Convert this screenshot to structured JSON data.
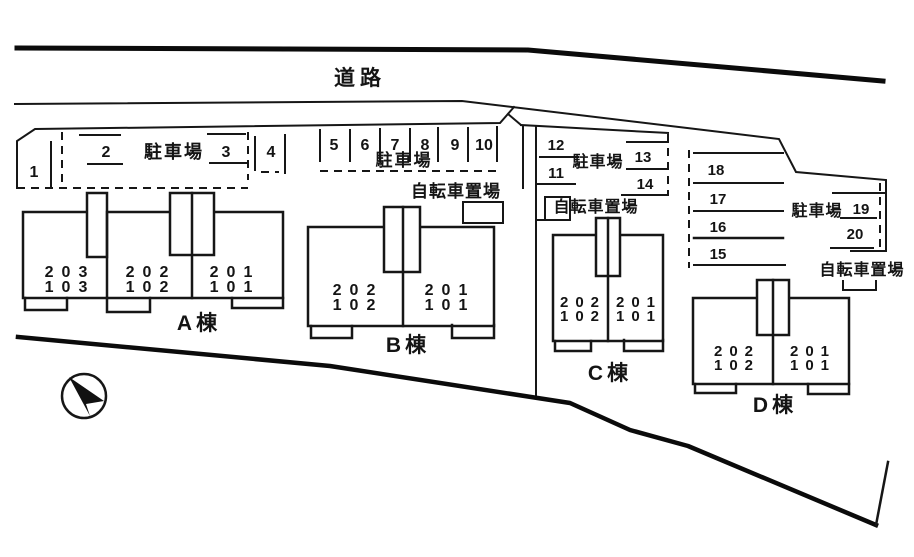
{
  "canvas": {
    "background": "#ffffff",
    "ink": "#141414"
  },
  "road": {
    "label": "道路"
  },
  "compass": {
    "icon": "north-arrow-icon"
  },
  "parking_west": {
    "label": "駐車場",
    "spaces": [
      "1",
      "2",
      "3",
      "4"
    ]
  },
  "parking_mid": {
    "label": "駐車場",
    "spaces": [
      "5",
      "6",
      "7",
      "8",
      "9",
      "10"
    ],
    "bicycle_label": "自転車置場"
  },
  "parking_c": {
    "label": "駐車場",
    "spaces": [
      "12",
      "11",
      "13",
      "14"
    ],
    "bicycle_label": "自転車置場"
  },
  "parking_d": {
    "label": "駐車場",
    "spaces": [
      "18",
      "17",
      "16",
      "15",
      "19",
      "20"
    ],
    "bicycle_label": "自転車置場"
  },
  "buildings": {
    "a": {
      "name": "A棟",
      "units": [
        {
          "upper": "203",
          "lower": "103"
        },
        {
          "upper": "202",
          "lower": "102"
        },
        {
          "upper": "201",
          "lower": "101"
        }
      ]
    },
    "b": {
      "name": "B棟",
      "units": [
        {
          "upper": "202",
          "lower": "102"
        },
        {
          "upper": "201",
          "lower": "101"
        }
      ]
    },
    "c": {
      "name": "C棟",
      "units": [
        {
          "upper": "202",
          "lower": "102"
        },
        {
          "upper": "201",
          "lower": "101"
        }
      ]
    },
    "d": {
      "name": "D棟",
      "units": [
        {
          "upper": "202",
          "lower": "102"
        },
        {
          "upper": "201",
          "lower": "101"
        }
      ]
    }
  }
}
